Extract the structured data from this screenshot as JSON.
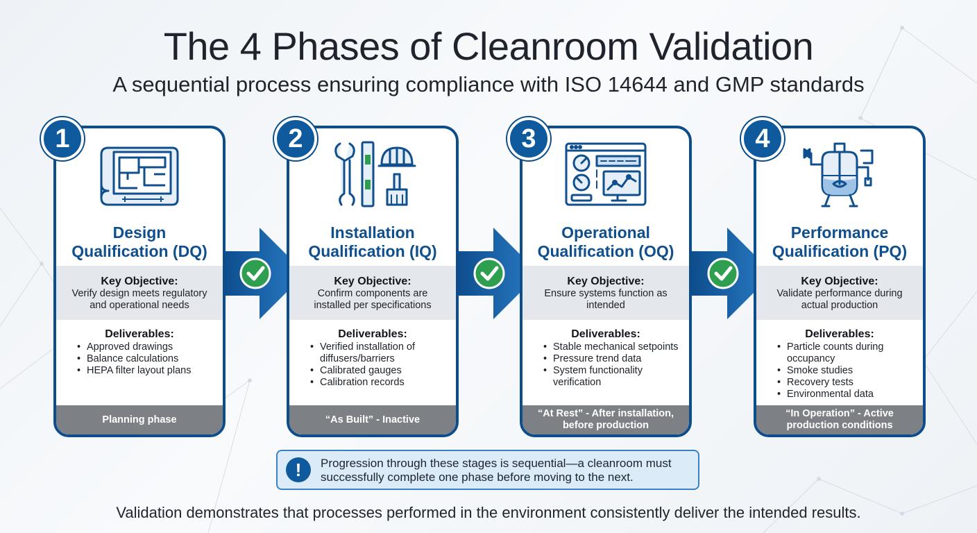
{
  "title": "The 4 Phases of Cleanroom Validation",
  "subtitle": "A sequential process ensuring compliance with ISO 14644 and GMP standards",
  "colors": {
    "primary": "#0f5a9c",
    "border": "#0d4d8c",
    "success": "#2e9e4f",
    "footer": "#7d8186"
  },
  "phases": [
    {
      "number": "1",
      "icon": "blueprint-icon",
      "title_line1": "Design",
      "title_line2": "Qualification (DQ)",
      "objective_label": "Key Objective:",
      "objective_line1": "Verify design meets regulatory",
      "objective_line2": "and operational needs",
      "deliverables_label": "Deliverables:",
      "deliverables": [
        "Approved drawings",
        "Balance calculations",
        "HEPA filter layout plans"
      ],
      "footer_line1": "Planning phase",
      "footer_line2": ""
    },
    {
      "number": "2",
      "icon": "tools-icon",
      "title_line1": "Installation",
      "title_line2": "Qualification (IQ)",
      "objective_label": "Key Objective:",
      "objective_line1": "Confirm components are",
      "objective_line2": "installed per specifications",
      "deliverables_label": "Deliverables:",
      "deliverables": [
        "Verified installation of",
        "diffusers/barriers",
        "Calibrated gauges",
        "Calibration records"
      ],
      "footer_line1": "“As Built” - Inactive",
      "footer_line2": ""
    },
    {
      "number": "3",
      "icon": "control-panel-icon",
      "title_line1": "Operational",
      "title_line2": "Qualification (OQ)",
      "objective_label": "Key Objective:",
      "objective_line1": "Ensure systems function as",
      "objective_line2": "intended",
      "deliverables_label": "Deliverables:",
      "deliverables": [
        "Stable mechanical setpoints",
        "Pressure trend data",
        "System functionality",
        "verification"
      ],
      "footer_line1": "“At Rest” - After installation,",
      "footer_line2": "before production"
    },
    {
      "number": "4",
      "icon": "reactor-vessel-icon",
      "title_line1": "Performance",
      "title_line2": "Qualification (PQ)",
      "objective_label": "Key Objective:",
      "objective_line1": "Validate performance during",
      "objective_line2": "actual production",
      "deliverables_label": "Deliverables:",
      "deliverables": [
        "Particle counts during",
        "occupancy",
        "Smoke studies",
        "Recovery tests",
        "Environmental data"
      ],
      "footer_line1": "“In Operation” - Active",
      "footer_line2": "production conditions"
    }
  ],
  "note": {
    "icon": "exclamation-icon",
    "line1": "Progression through these stages is sequential—a cleanroom must",
    "line2": "successfully complete one phase before moving to the next."
  },
  "bottom_text": "Validation demonstrates that processes performed in the environment consistently deliver the intended results."
}
